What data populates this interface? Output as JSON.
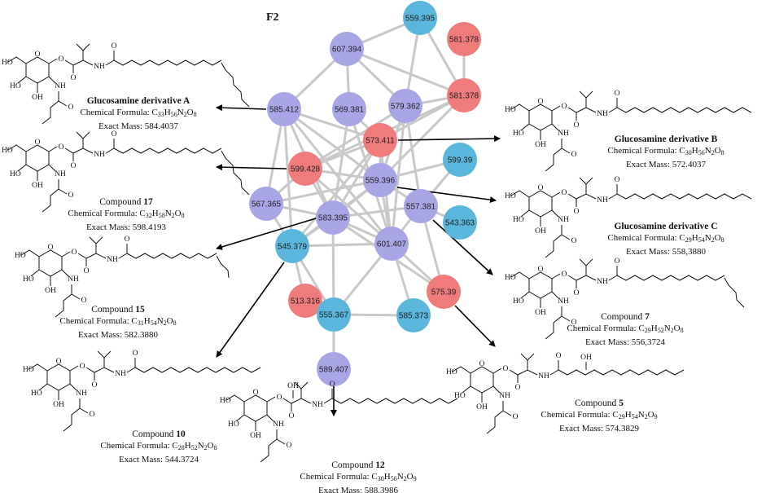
{
  "panel_label": "F2",
  "colors": {
    "purple": "#a9a6e6",
    "blue": "#5bb6dc",
    "red": "#f07b7b",
    "edge": "#c9c9c9",
    "arrow": "#000000"
  },
  "nodes": [
    {
      "id": "n559395",
      "label": "559.395",
      "color": "blue"
    },
    {
      "id": "n581378a",
      "label": "581.378",
      "color": "red"
    },
    {
      "id": "n607394",
      "label": "607.394",
      "color": "purple"
    },
    {
      "id": "n581378b",
      "label": "581.378",
      "color": "red"
    },
    {
      "id": "n585412",
      "label": "585.412",
      "color": "purple"
    },
    {
      "id": "n569381",
      "label": "569.381",
      "color": "purple"
    },
    {
      "id": "n579362",
      "label": "579.362",
      "color": "purple"
    },
    {
      "id": "n573411",
      "label": "573.411",
      "color": "red"
    },
    {
      "id": "n599428",
      "label": "599.428",
      "color": "red"
    },
    {
      "id": "n59939",
      "label": "599.39",
      "color": "blue"
    },
    {
      "id": "n559396",
      "label": "559.396",
      "color": "purple"
    },
    {
      "id": "n567365",
      "label": "567.365",
      "color": "purple"
    },
    {
      "id": "n557381",
      "label": "557.381",
      "color": "purple"
    },
    {
      "id": "n543363",
      "label": "543.363",
      "color": "blue"
    },
    {
      "id": "n583395",
      "label": "583.395",
      "color": "purple"
    },
    {
      "id": "n545379",
      "label": "545.379",
      "color": "blue"
    },
    {
      "id": "n601407",
      "label": "601.407",
      "color": "purple"
    },
    {
      "id": "n575390",
      "label": "575.39",
      "color": "red"
    },
    {
      "id": "n513316",
      "label": "513.316",
      "color": "red"
    },
    {
      "id": "n555367",
      "label": "555.367",
      "color": "blue"
    },
    {
      "id": "n585373",
      "label": "585.373",
      "color": "blue"
    },
    {
      "id": "n589407",
      "label": "589.407",
      "color": "purple"
    }
  ],
  "edges": [
    [
      "n559395",
      "n607394"
    ],
    [
      "n559395",
      "n579362"
    ],
    [
      "n559395",
      "n581378b"
    ],
    [
      "n581378a",
      "n581378b"
    ],
    [
      "n607394",
      "n585412"
    ],
    [
      "n607394",
      "n569381"
    ],
    [
      "n607394",
      "n579362"
    ],
    [
      "n607394",
      "n581378b"
    ],
    [
      "n579362",
      "n581378b"
    ],
    [
      "n581378b",
      "n573411"
    ],
    [
      "n581378b",
      "n599428"
    ],
    [
      "n581378b",
      "n559396"
    ],
    [
      "n585412",
      "n573411"
    ],
    [
      "n585412",
      "n559396"
    ],
    [
      "n585412",
      "n583395"
    ],
    [
      "n585412",
      "n601407"
    ],
    [
      "n585412",
      "n567365"
    ],
    [
      "n569381",
      "n573411"
    ],
    [
      "n569381",
      "n583395"
    ],
    [
      "n579362",
      "n559396"
    ],
    [
      "n579362",
      "n557381"
    ],
    [
      "n579362",
      "n601407"
    ],
    [
      "n573411",
      "n599428"
    ],
    [
      "n573411",
      "n559396"
    ],
    [
      "n573411",
      "n545379"
    ],
    [
      "n573411",
      "n583395"
    ],
    [
      "n573411",
      "n601407"
    ],
    [
      "n599428",
      "n583395"
    ],
    [
      "n599428",
      "n559396"
    ],
    [
      "n599428",
      "n601407"
    ],
    [
      "n599428",
      "n567365"
    ],
    [
      "n59939",
      "n557381"
    ],
    [
      "n59939",
      "n559396"
    ],
    [
      "n559396",
      "n583395"
    ],
    [
      "n559396",
      "n557381"
    ],
    [
      "n559396",
      "n601407"
    ],
    [
      "n559396",
      "n545379"
    ],
    [
      "n559396",
      "n567365"
    ],
    [
      "n567365",
      "n583395"
    ],
    [
      "n567365",
      "n545379"
    ],
    [
      "n557381",
      "n543363"
    ],
    [
      "n557381",
      "n601407"
    ],
    [
      "n557381",
      "n583395"
    ],
    [
      "n557381",
      "n575390"
    ],
    [
      "n583395",
      "n545379"
    ],
    [
      "n583395",
      "n601407"
    ],
    [
      "n583395",
      "n575390"
    ],
    [
      "n545379",
      "n513316"
    ],
    [
      "n545379",
      "n601407"
    ],
    [
      "n601407",
      "n555367"
    ],
    [
      "n601407",
      "n585373"
    ],
    [
      "n601407",
      "n575390"
    ],
    [
      "n555367",
      "n585373"
    ],
    [
      "n555367",
      "n589407"
    ],
    [
      "n545379",
      "n555367"
    ],
    [
      "n583395",
      "n555367"
    ],
    [
      "n585412",
      "n545379"
    ],
    [
      "n569381",
      "n601407"
    ],
    [
      "n579362",
      "n599428"
    ]
  ],
  "compounds": [
    {
      "id": "glcA",
      "name_prefix": "",
      "name_bold": "Glucosamine derivative A",
      "formula_label": "Chemical Formula: ",
      "formula_parts": [
        [
          "C",
          ""
        ],
        [
          "33",
          "sub"
        ],
        [
          "H",
          ""
        ],
        [
          "56",
          "sub"
        ],
        [
          "N",
          ""
        ],
        [
          "2",
          "sub"
        ],
        [
          "O",
          ""
        ],
        [
          "8",
          "sub"
        ]
      ],
      "mass_label": "Exact Mass: 584.4037"
    },
    {
      "id": "c17",
      "name_prefix": "Compound ",
      "name_bold": "17",
      "formula_label": "Chemical Formula: ",
      "formula_parts": [
        [
          "C",
          ""
        ],
        [
          "32",
          "sub"
        ],
        [
          "H",
          ""
        ],
        [
          "58",
          "sub"
        ],
        [
          "N",
          ""
        ],
        [
          "2",
          "sub"
        ],
        [
          "O",
          ""
        ],
        [
          "8",
          "sub"
        ]
      ],
      "mass_label": "Exact Mass: 598.4193"
    },
    {
      "id": "c15",
      "name_prefix": "Compound ",
      "name_bold": "15",
      "formula_label": "Chemical Formula: ",
      "formula_parts": [
        [
          "C",
          ""
        ],
        [
          "31",
          "sub"
        ],
        [
          "H",
          ""
        ],
        [
          "54",
          "sub"
        ],
        [
          "N",
          ""
        ],
        [
          "2",
          "sub"
        ],
        [
          "O",
          ""
        ],
        [
          "8",
          "sub"
        ]
      ],
      "mass_label": "Exact Mass: 582.3880"
    },
    {
      "id": "c10",
      "name_prefix": "Compound ",
      "name_bold": "10",
      "formula_label": "Chemical Formula: ",
      "formula_parts": [
        [
          "C",
          ""
        ],
        [
          "28",
          "sub"
        ],
        [
          "H",
          ""
        ],
        [
          "52",
          "sub"
        ],
        [
          "N",
          ""
        ],
        [
          "2",
          "sub"
        ],
        [
          "O",
          ""
        ],
        [
          "8",
          "sub"
        ]
      ],
      "mass_label": "Exact Mass: 544.3724"
    },
    {
      "id": "c12",
      "name_prefix": "Compound ",
      "name_bold": "12",
      "formula_label": "Chemical Formula: ",
      "formula_parts": [
        [
          "C",
          ""
        ],
        [
          "30",
          "sub"
        ],
        [
          "H",
          ""
        ],
        [
          "56",
          "sub"
        ],
        [
          "N",
          ""
        ],
        [
          "2",
          "sub"
        ],
        [
          "O",
          ""
        ],
        [
          "9",
          "sub"
        ]
      ],
      "mass_label": "Exact Mass: 588.3986"
    },
    {
      "id": "glcB",
      "name_prefix": "",
      "name_bold": "Glucosamine derivative B",
      "formula_label": "Chemical Formula: ",
      "formula_parts": [
        [
          "C",
          ""
        ],
        [
          "30",
          "sub"
        ],
        [
          "H",
          ""
        ],
        [
          "56",
          "sub"
        ],
        [
          "N",
          ""
        ],
        [
          "2",
          "sub"
        ],
        [
          "O",
          ""
        ],
        [
          "8",
          "sub"
        ]
      ],
      "mass_label": "Exact Mass: 572.4037"
    },
    {
      "id": "glcC",
      "name_prefix": "",
      "name_bold": "Glucosamine derivative C",
      "formula_label": "Chemical Formula: ",
      "formula_parts": [
        [
          "C",
          ""
        ],
        [
          "29",
          "sub"
        ],
        [
          "H",
          ""
        ],
        [
          "54",
          "sub"
        ],
        [
          "N",
          ""
        ],
        [
          "2",
          "sub"
        ],
        [
          "O",
          ""
        ],
        [
          "8",
          "sub"
        ]
      ],
      "mass_label": "Exact Mass: 558,3880"
    },
    {
      "id": "c7",
      "name_prefix": "Compound ",
      "name_bold": "7",
      "formula_label": "Chemical Formula: ",
      "formula_parts": [
        [
          "C",
          ""
        ],
        [
          "29",
          "sub"
        ],
        [
          "H",
          ""
        ],
        [
          "52",
          "sub"
        ],
        [
          "N",
          ""
        ],
        [
          "2",
          "sub"
        ],
        [
          "O",
          ""
        ],
        [
          "8",
          "sub"
        ]
      ],
      "mass_label": "Exact Mass: 556,3724"
    },
    {
      "id": "c5",
      "name_prefix": "Compound ",
      "name_bold": "5",
      "formula_label": "Chemical Formula: ",
      "formula_parts": [
        [
          "C",
          ""
        ],
        [
          "29",
          "sub"
        ],
        [
          "H",
          ""
        ],
        [
          "54",
          "sub"
        ],
        [
          "N",
          ""
        ],
        [
          "2",
          "sub"
        ],
        [
          "O",
          ""
        ],
        [
          "9",
          "sub"
        ]
      ],
      "mass_label": "Exact Mass: 574.3829"
    }
  ],
  "atom_labels": {
    "ho": "HO",
    "oh": "OH",
    "nh": "NH",
    "hn": "N",
    "h": "H",
    "o": "O"
  }
}
